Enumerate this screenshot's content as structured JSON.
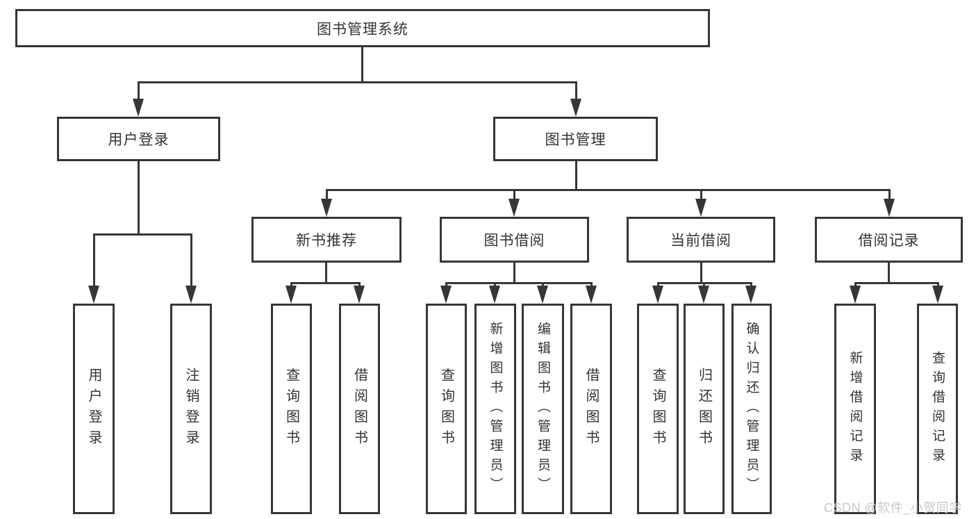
{
  "diagram": {
    "title": "图书管理系统",
    "watermark": "CSDN @软件_小贺同学",
    "colors": {
      "line": "#363636",
      "text": "#333333",
      "watermark": "#c9c9c9",
      "background": "#ffffff"
    },
    "tree": {
      "root": {
        "label": "图书管理系统"
      },
      "branches": [
        {
          "label": "用户登录",
          "children": [
            {
              "label": "用户登录"
            },
            {
              "label": "注销登录"
            }
          ]
        },
        {
          "label": "图书管理",
          "children": [
            {
              "label": "新书推荐",
              "children": [
                {
                  "label": "查询图书"
                },
                {
                  "label": "借阅图书"
                }
              ]
            },
            {
              "label": "图书借阅",
              "children": [
                {
                  "label": "查询图书"
                },
                {
                  "label": "新增图书（管理员）"
                },
                {
                  "label": "编辑图书（管理员）"
                },
                {
                  "label": "借阅图书"
                }
              ]
            },
            {
              "label": "当前借阅",
              "children": [
                {
                  "label": "查询图书"
                },
                {
                  "label": "归还图书"
                },
                {
                  "label": "确认归还（管理员）"
                }
              ]
            },
            {
              "label": "借阅记录",
              "children": [
                {
                  "label": "新增借阅记录"
                },
                {
                  "label": "查询借阅记录"
                }
              ]
            }
          ]
        }
      ]
    }
  }
}
